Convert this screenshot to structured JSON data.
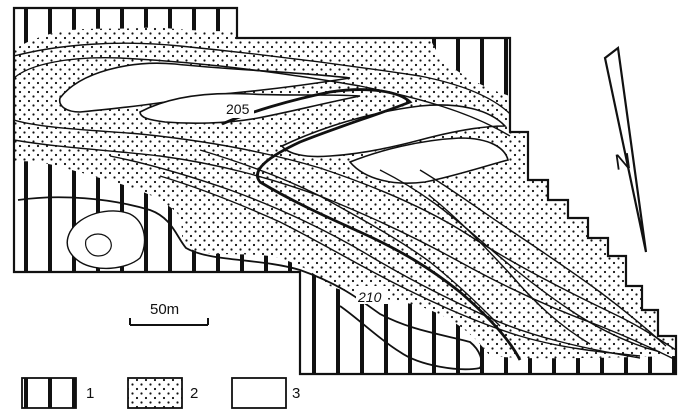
{
  "map": {
    "contour_labels": {
      "c205": "205",
      "c210": "210"
    },
    "scale_bar": {
      "label": "50m"
    },
    "north_arrow": {
      "label": "N"
    },
    "legend": {
      "items": [
        {
          "key": "1",
          "pattern": "vertical-lines"
        },
        {
          "key": "2",
          "pattern": "dots"
        },
        {
          "key": "3",
          "pattern": "blank"
        }
      ]
    },
    "colors": {
      "ink": "#111111",
      "paper": "#ffffff"
    }
  }
}
